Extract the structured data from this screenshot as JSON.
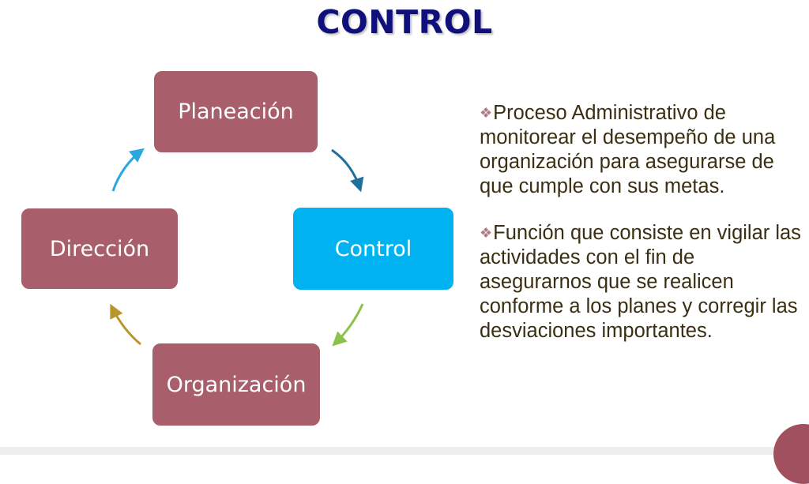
{
  "title": "CONTROL",
  "cycle": {
    "nodes": {
      "planeacion": "Planeación",
      "control": "Control",
      "organizacion": "Organización",
      "direccion": "Dirección"
    }
  },
  "colors": {
    "title": "#10107a",
    "node_default": "#a95e6b",
    "node_highlight": "#00b2ef",
    "text": "#3a2f12"
  },
  "paragraphs": [
    {
      "bullet_icon": "diamond-bullet-icon",
      "text": "Proceso Administrativo de monitorear el desempeño de una organización para asegurarse de que cumple  con sus metas."
    },
    {
      "bullet_icon": "diamond-bullet-icon",
      "text": "Función que consiste en vigilar las actividades con el fin de asegurarnos que se realicen conforme a los planes y corregir las desviaciones importantes."
    }
  ]
}
